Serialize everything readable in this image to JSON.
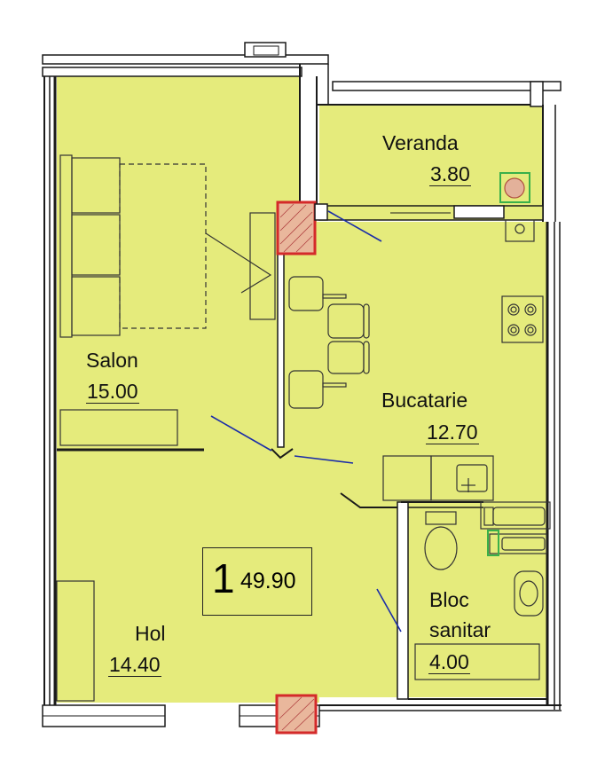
{
  "plan": {
    "fill_color": "#e5eb7c",
    "wall_color": "#1a1a1a",
    "column_color": "#d42a2a",
    "door_swing_color": "#1b2da8",
    "unit": {
      "number": "1",
      "total_area": "49.90"
    },
    "rooms": [
      {
        "name": "Salon",
        "area": "15.00"
      },
      {
        "name": "Veranda",
        "area": "3.80"
      },
      {
        "name": "Bucatarie",
        "area": "12.70"
      },
      {
        "name": "Hol",
        "area": "14.40"
      },
      {
        "name": "Bloc sanitar",
        "name_line1": "Bloc",
        "name_line2": "sanitar",
        "area": "4.00"
      }
    ]
  }
}
